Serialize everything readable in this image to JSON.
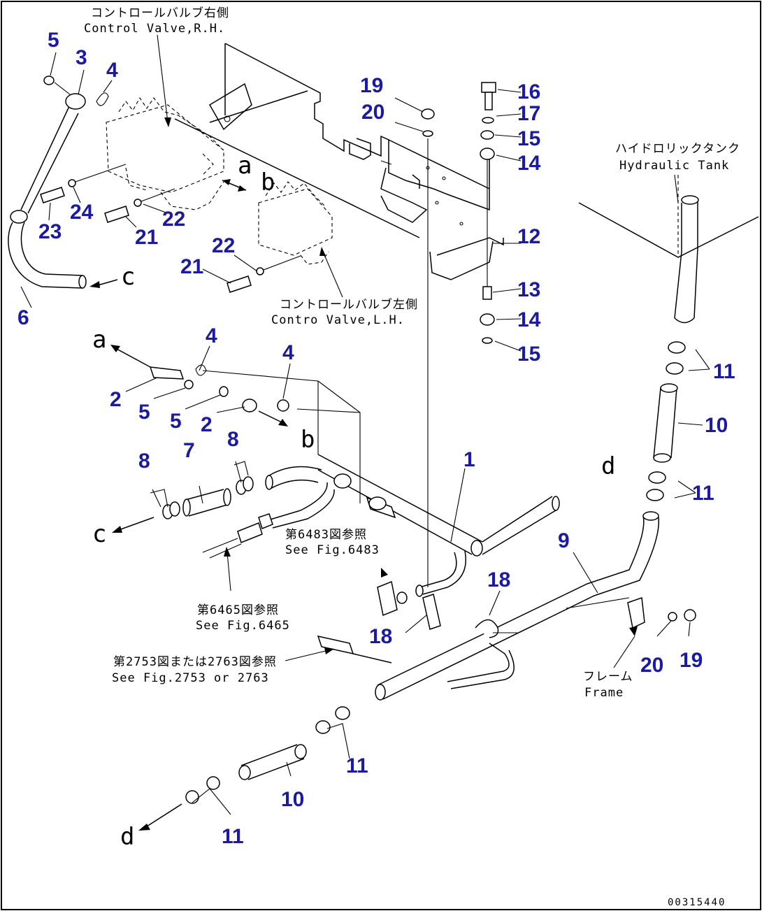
{
  "captions": {
    "cv_rh_jp": "コントロールバルブ右側",
    "cv_rh_en": "Control Valve,R.H.",
    "cv_lh_jp": "コントロールバルブ左側",
    "cv_lh_en": "Contro  Valve,L.H.",
    "tank_jp": "ハイドロリックタンク",
    "tank_en": "Hydraulic Tank",
    "fig6483_jp": "第6483図参照",
    "fig6483_en": "See Fig.6483",
    "fig6465_jp": "第6465図参照",
    "fig6465_en": "See Fig.6465",
    "fig2753_jp": "第2753図または2763図参照",
    "fig2753_en": "See Fig.2753 or 2763",
    "frame_jp": "フレーム",
    "frame_en": "Frame"
  },
  "letters": [
    "a",
    "b",
    "c",
    "d"
  ],
  "callouts": [
    "1",
    "2",
    "3",
    "4",
    "5",
    "6",
    "7",
    "8",
    "9",
    "10",
    "11",
    "12",
    "13",
    "14",
    "15",
    "16",
    "17",
    "18",
    "19",
    "20",
    "21",
    "22",
    "23",
    "24"
  ],
  "drawing_code": "00315440",
  "colors": {
    "callout": "#1a1aa6",
    "line": "#000000",
    "background": "#ffffff"
  }
}
